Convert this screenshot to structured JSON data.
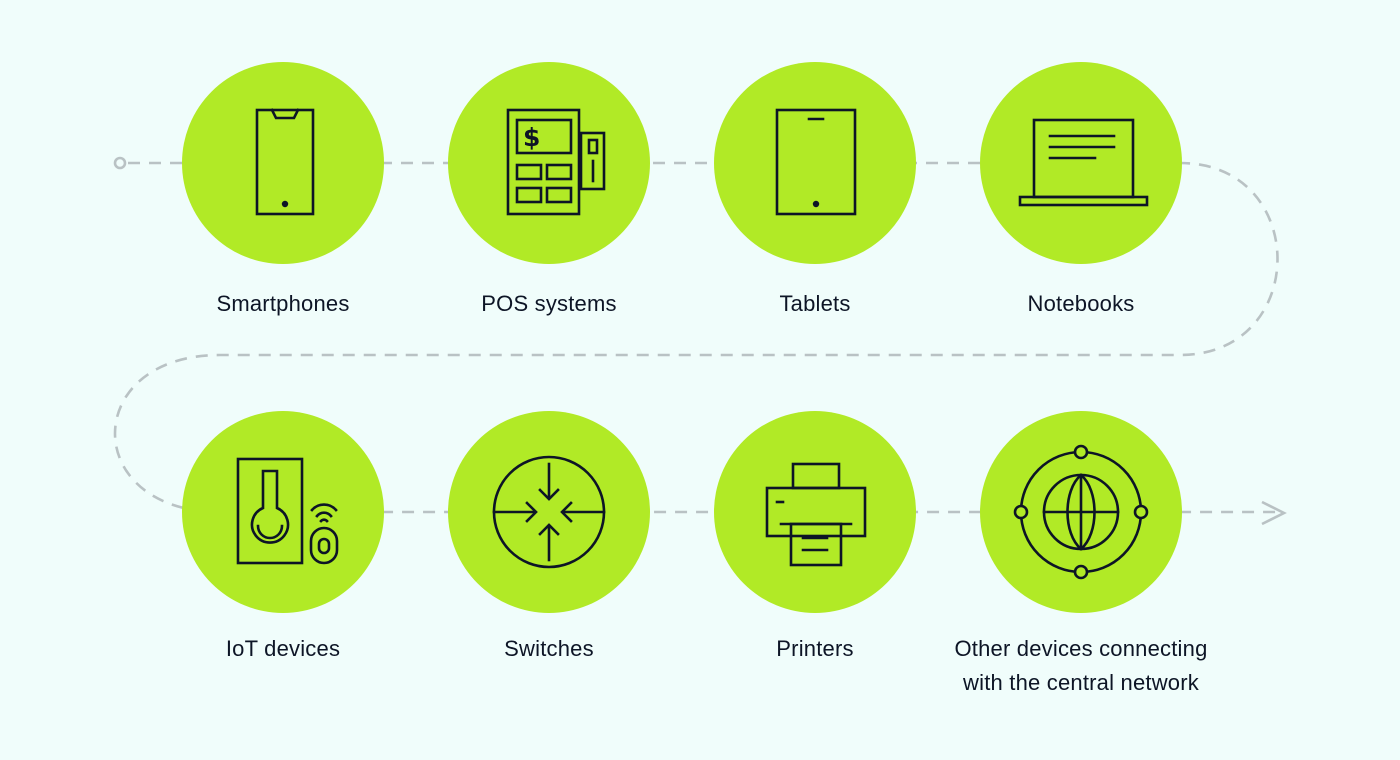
{
  "colors": {
    "background": "#f0fdfb",
    "node_fill": "#b1ea26",
    "line": "#0d1526",
    "connector": "#b9c2c4"
  },
  "nodes": [
    {
      "label": "Smartphones",
      "icon": "smartphone-icon"
    },
    {
      "label": "POS systems",
      "icon": "pos-terminal-icon"
    },
    {
      "label": "Tablets",
      "icon": "tablet-icon"
    },
    {
      "label": "Notebooks",
      "icon": "laptop-icon"
    },
    {
      "label": "IoT devices",
      "icon": "iot-thermometer-icon"
    },
    {
      "label": "Switches",
      "icon": "network-switch-icon"
    },
    {
      "label": "Printers",
      "icon": "printer-icon"
    },
    {
      "label_lines": [
        "Other devices connecting",
        "with the central network"
      ],
      "icon": "globe-network-icon"
    }
  ]
}
